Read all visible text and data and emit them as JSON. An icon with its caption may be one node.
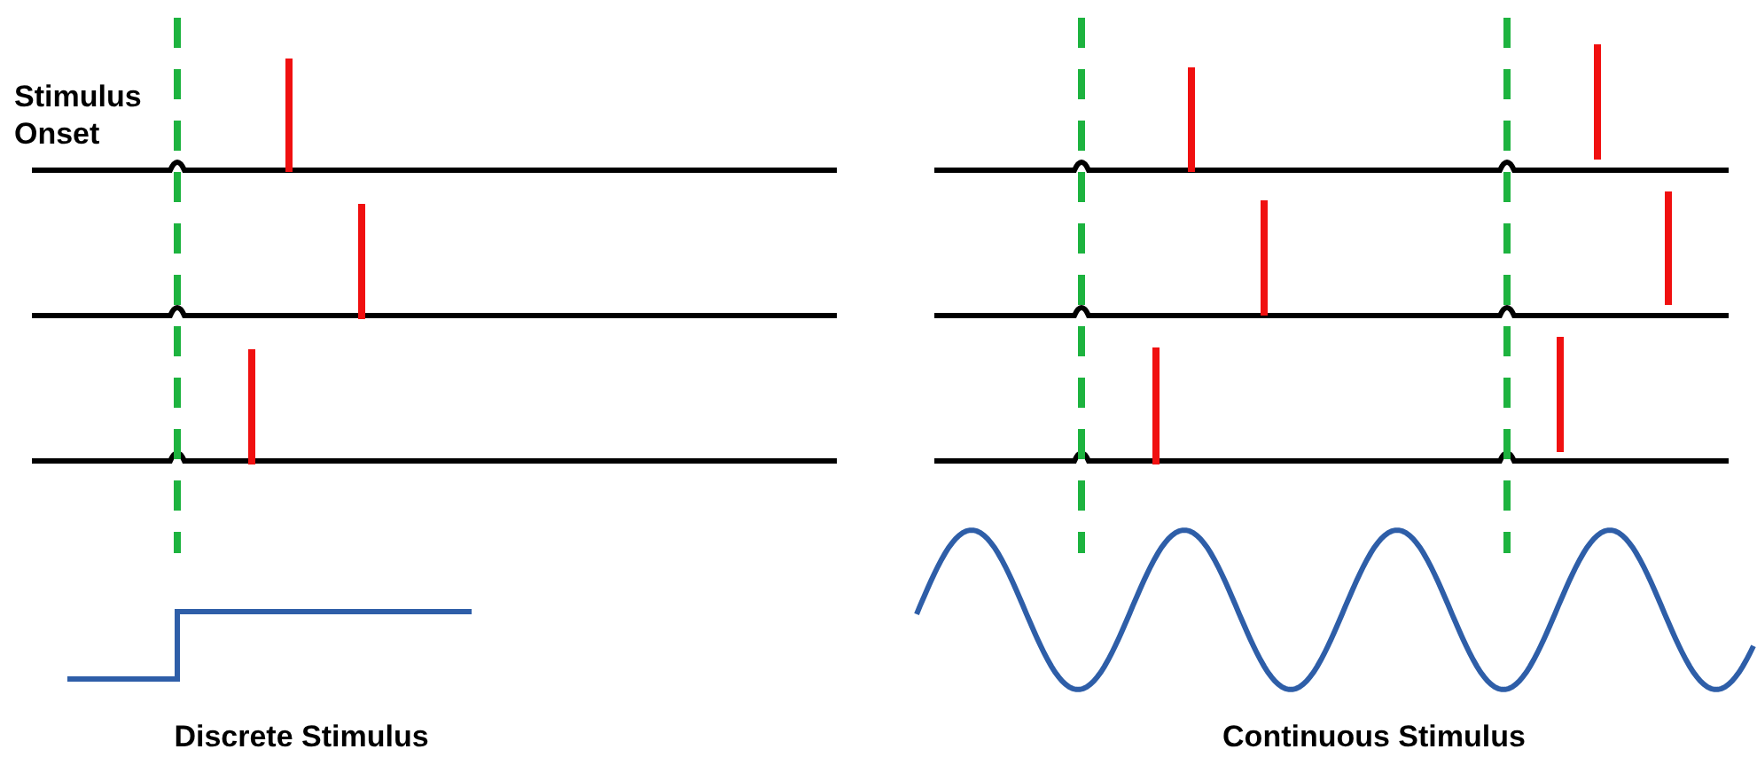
{
  "diagram": {
    "labels": [
      "Stimulus Onset",
      "Discrete Stimulus",
      "Continuous Stimulus"
    ]
  }
}
